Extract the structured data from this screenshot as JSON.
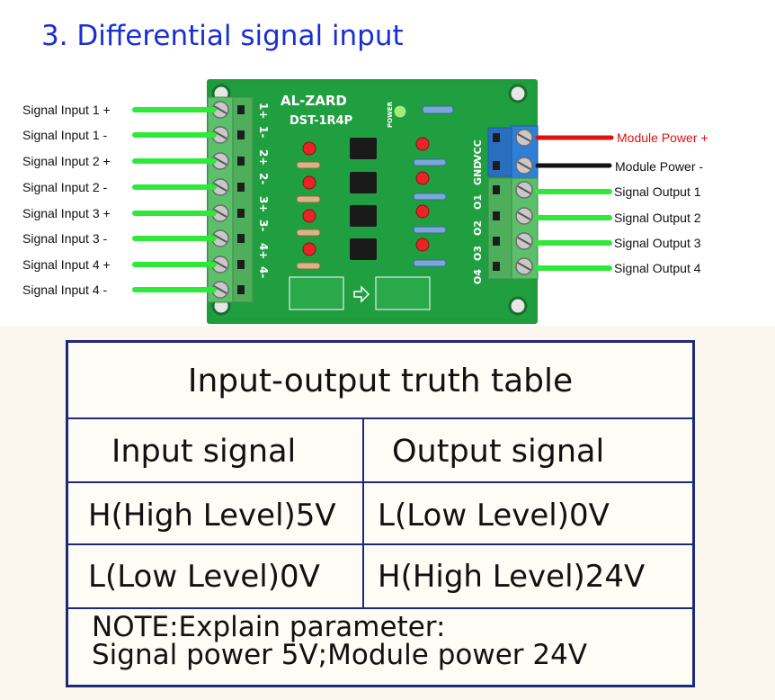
{
  "heading": "3. Differential signal input",
  "board": {
    "brand": "AL-ZARD",
    "model": "DST-1R4P",
    "power_mark": "POWER",
    "input_pins": [
      "1+",
      "1-",
      "2+",
      "2-",
      "3+",
      "3-",
      "4+",
      "4-"
    ],
    "output_pins": [
      "O1",
      "O2",
      "O3",
      "O4"
    ],
    "power_pins": [
      "VCC",
      "GND"
    ]
  },
  "labels": {
    "inputs": [
      "Signal Input 1 +",
      "Signal Input 1 -",
      "Signal Input 2 +",
      "Signal Input 2 -",
      "Signal Input 3 +",
      "Signal Input 3 -",
      "Signal Input 4 +",
      "Signal Input 4 -"
    ],
    "power_plus": "Module Power +",
    "power_minus": "Module Power -",
    "outputs": [
      "Signal Output 1",
      "Signal Output 2",
      "Signal Output 3",
      "Signal Output 4"
    ]
  },
  "colors": {
    "heading": "#1a2fd1",
    "wire_green": "#2ee83a",
    "wire_red": "#e01010",
    "wire_black": "#111111",
    "pcb": "#1f9a3c",
    "terminal_green": "#5cbf6a",
    "terminal_blue": "#2f7fd6",
    "table_border": "#1c2a7a"
  },
  "table": {
    "title": "Input-output truth table",
    "headers": [
      "Input signal",
      "Output signal"
    ],
    "rows": [
      [
        "H(High Level)5V",
        "L(Low Level)0V"
      ],
      [
        "L(Low Level)0V",
        "H(High Level)24V"
      ]
    ],
    "note_line1": "NOTE:Explain parameter:",
    "note_line2": "Signal power 5V;Module power 24V"
  }
}
